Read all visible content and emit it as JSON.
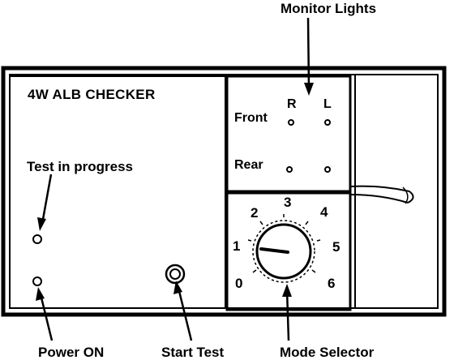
{
  "callouts": {
    "monitor_lights": "Monitor Lights",
    "test_in_progress": "Test in progress",
    "power_on": "Power ON",
    "start_test": "Start Test",
    "mode_selector": "Mode Selector"
  },
  "panel": {
    "title": "4W ALB CHECKER"
  },
  "monitor": {
    "column_right": "R",
    "column_left": "L",
    "row_front": "Front",
    "row_rear": "Rear"
  },
  "dial": {
    "numbers": [
      "0",
      "1",
      "2",
      "3",
      "4",
      "5",
      "6"
    ]
  },
  "icons": {
    "lamp": "small-circle-lamp-icon",
    "button": "round-push-button-icon",
    "knob": "rotary-knob-icon",
    "cable": "cable-icon"
  }
}
